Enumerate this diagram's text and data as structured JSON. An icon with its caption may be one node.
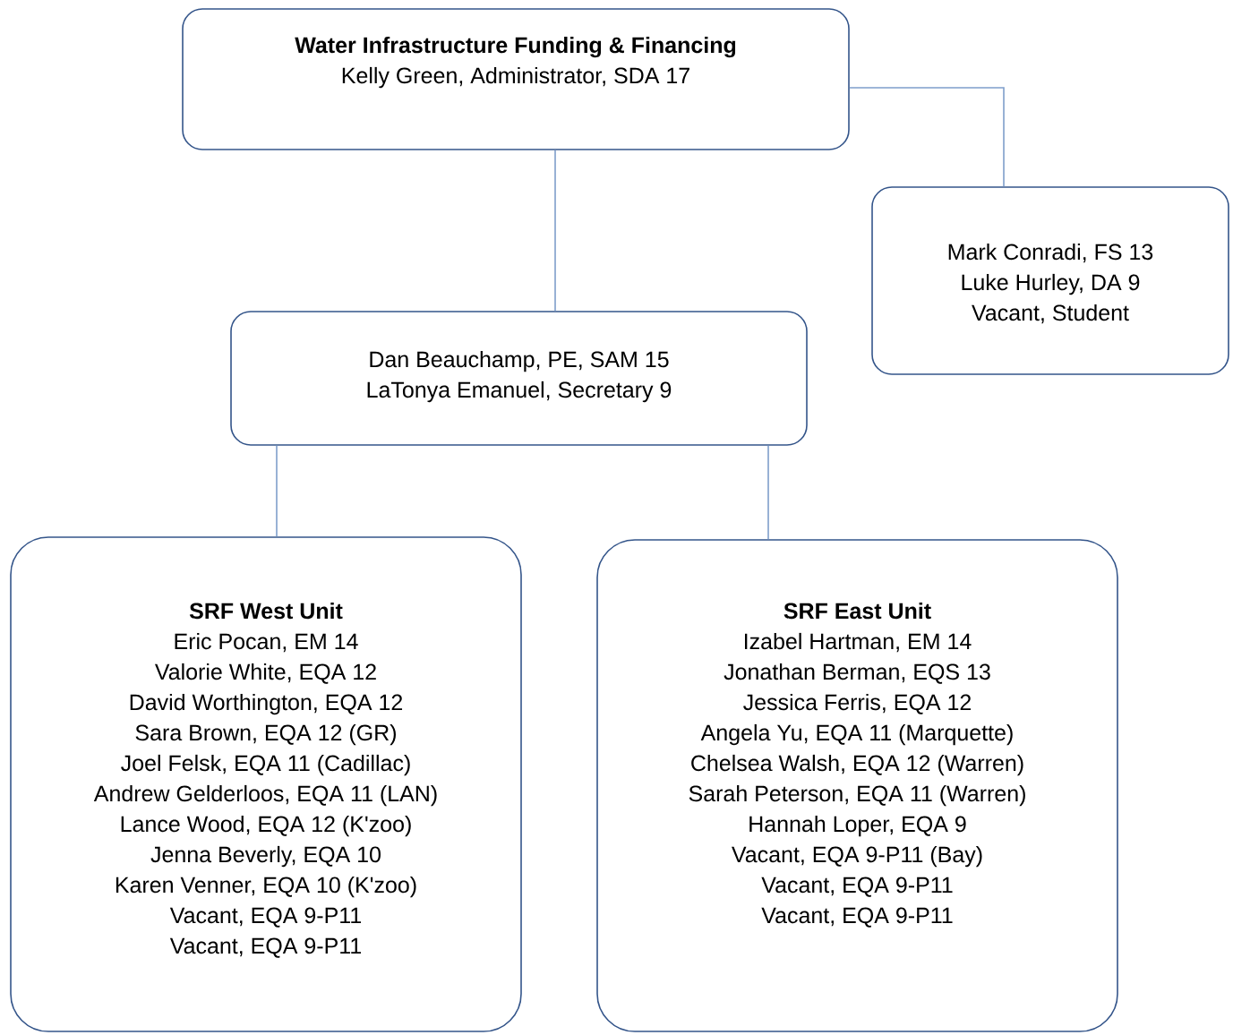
{
  "diagram": {
    "nodes": [
      {
        "text": [
          "Water Infrastructure Funding & Financing",
          "Kelly Green, Administrator, SDA 17"
        ]
      },
      {
        "text": [
          "Mark Conradi, FS 13",
          "Luke Hurley, DA 9",
          "Vacant, Student"
        ]
      },
      {
        "text": [
          "Dan Beauchamp, PE, SAM 15",
          "LaTonya Emanuel, Secretary 9"
        ]
      },
      {
        "text": [
          "SRF West Unit",
          "Eric Pocan, EM 14",
          "Valorie White, EQA 12",
          "David Worthington, EQA 12",
          "Sara Brown, EQA 12 (GR)",
          "Joel Felsk, EQA 11 (Cadillac)",
          "Andrew Gelderloos, EQA 11 (LAN)",
          "Lance Wood, EQA 12 (K'zoo)",
          "Jenna Beverly, EQA 10",
          "Karen Venner, EQA 10 (K'zoo)",
          "Vacant, EQA 9-P11",
          "Vacant, EQA 9-P11"
        ]
      },
      {
        "text": [
          "SRF East Unit",
          "Izabel Hartman, EM 14",
          "Jonathan Berman, EQS 13",
          "Jessica Ferris, EQA 12",
          "Angela Yu, EQA 11 (Marquette)",
          "Chelsea Walsh, EQA 12 (Warren)",
          "Sarah Peterson, EQA 11 (Warren)",
          "Hannah Loper, EQA 9",
          "Vacant, EQA 9-P11 (Bay)",
          "Vacant, EQA 9-P11",
          "Vacant, EQA 9-P11"
        ]
      }
    ],
    "edges": [
      {
        "from": 0,
        "to": 1,
        "arrow": "none"
      },
      {
        "from": 0,
        "to": 2,
        "arrow": "none"
      },
      {
        "from": 2,
        "to": 3,
        "arrow": "none"
      },
      {
        "from": 2,
        "to": 4,
        "arrow": "none"
      }
    ]
  }
}
